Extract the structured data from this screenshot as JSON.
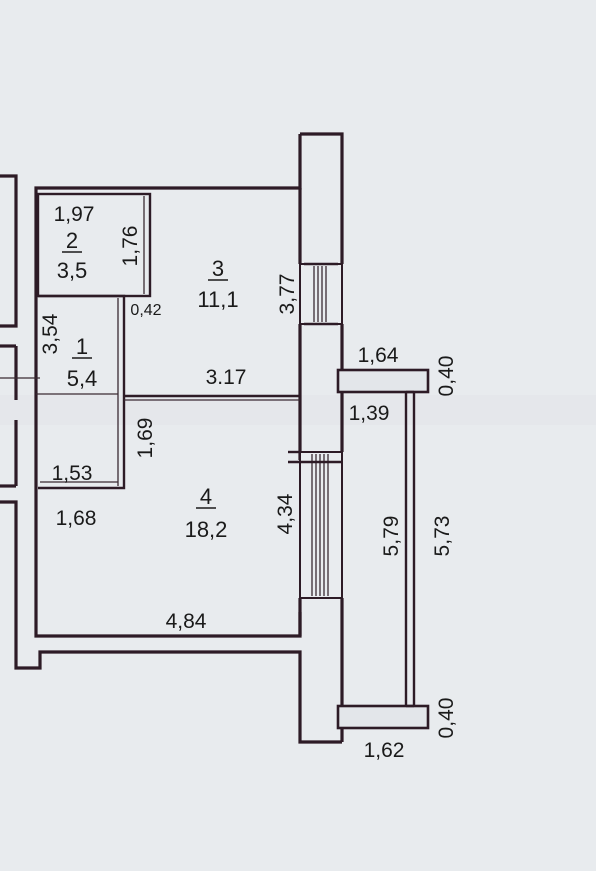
{
  "rooms": [
    {
      "number": "1",
      "area": "5,4"
    },
    {
      "number": "2",
      "area": "3,5"
    },
    {
      "number": "3",
      "area": "11,1"
    },
    {
      "number": "4",
      "area": "18,2"
    }
  ],
  "dimensions": {
    "room2_width": "1,97",
    "room2_depth": "1,76",
    "room1_depth": "3,54",
    "room1_width": "1,53",
    "wall_stub": "0,42",
    "room3_depth": "3,77",
    "room3_width": "3.17",
    "room4_short": "1,69",
    "room4_bottom_width": "1,68",
    "room4_depth": "4,34",
    "room4_width": "4,84",
    "balcony_top": "1,64",
    "balcony_inner": "1,39",
    "balcony_top_depth": "0,40",
    "balcony_inner_length": "5,79",
    "balcony_outer_length": "5,73",
    "balcony_bottom_depth": "0,40",
    "balcony_bottom": "1,62"
  },
  "colors": {
    "paper": "#e9ecef",
    "wall": "#2d1b26",
    "ink": "#1a1a1a"
  }
}
